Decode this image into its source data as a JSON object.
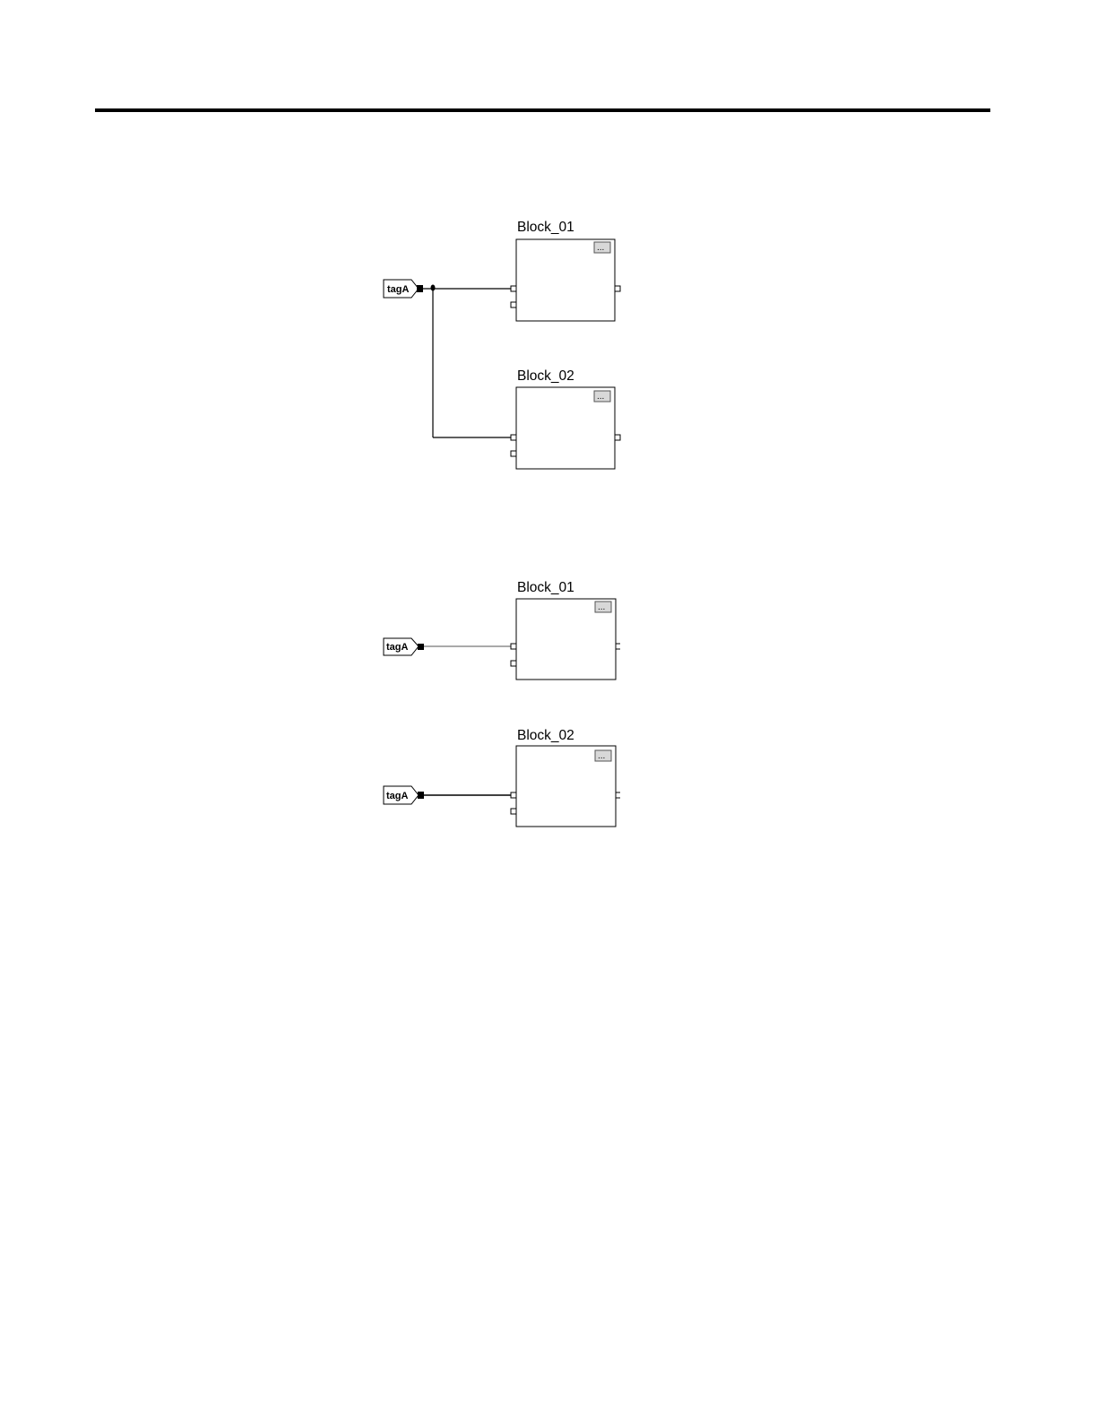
{
  "diagram_top": {
    "blocks": [
      {
        "name": "Block_01",
        "menu_label": "..."
      },
      {
        "name": "Block_02",
        "menu_label": "..."
      }
    ],
    "tags": [
      {
        "label": "tagA"
      }
    ]
  },
  "diagram_bottom": {
    "blocks": [
      {
        "name": "Block_01",
        "menu_label": "..."
      },
      {
        "name": "Block_02",
        "menu_label": "..."
      }
    ],
    "tags": [
      {
        "label": "tagA"
      },
      {
        "label": "tagA"
      }
    ]
  }
}
